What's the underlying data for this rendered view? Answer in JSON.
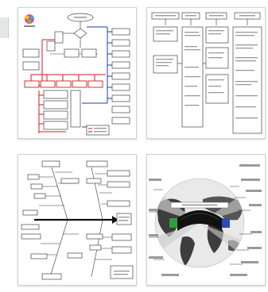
{
  "thumbnails": [
    {
      "id": "flowchart",
      "kind": "Process flowchart",
      "caption": ""
    },
    {
      "id": "column-chart",
      "kind": "Column hierarchy chart",
      "caption": ""
    },
    {
      "id": "fishbone",
      "kind": "Fishbone diagram",
      "caption": ""
    },
    {
      "id": "world-map",
      "kind": "World map diagram",
      "caption": ""
    }
  ],
  "colors": {
    "red_connector": "#d21d1d",
    "blue_connector": "#1f3fa8",
    "map_land": "#3d3d3d",
    "map_green": "#2e9e3c",
    "map_blue": "#2b4bb8"
  }
}
